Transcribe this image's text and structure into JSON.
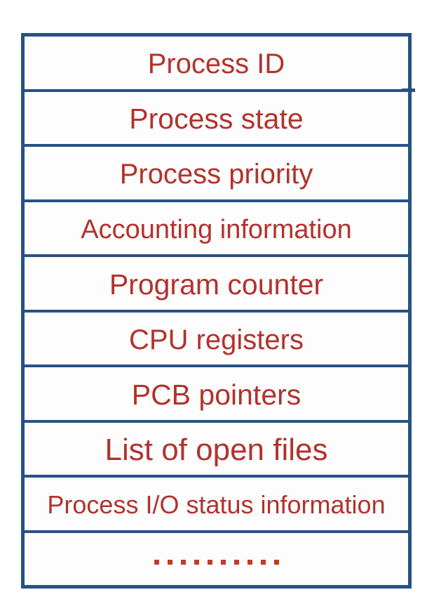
{
  "colors": {
    "border_blue": "#275285",
    "label_red": "#B3322C",
    "dots_red": "#C03A2C"
  },
  "pcb_table": {
    "rows": [
      {
        "label": "Process ID"
      },
      {
        "label": "Process state"
      },
      {
        "label": "Process priority"
      },
      {
        "label": "Accounting information"
      },
      {
        "label": "Program counter"
      },
      {
        "label": "CPU registers"
      },
      {
        "label": "PCB pointers"
      },
      {
        "label": "List of open files"
      },
      {
        "label": "Process I/O status information"
      },
      {
        "label": "..........",
        "type": "dots",
        "dot_count": 10
      }
    ]
  }
}
